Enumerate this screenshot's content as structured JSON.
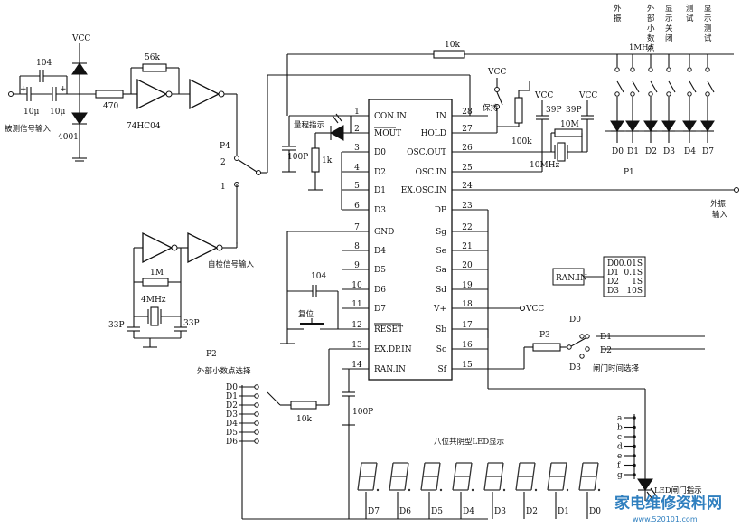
{
  "ic": {
    "left_pins": [
      {
        "num": "1",
        "name": "CON.IN"
      },
      {
        "num": "2",
        "name": "MOUT"
      },
      {
        "num": "3",
        "name": "D0"
      },
      {
        "num": "4",
        "name": "D2"
      },
      {
        "num": "5",
        "name": "D1"
      },
      {
        "num": "6",
        "name": "D3"
      },
      {
        "num": "7",
        "name": "GND"
      },
      {
        "num": "8",
        "name": "D4"
      },
      {
        "num": "9",
        "name": "D5"
      },
      {
        "num": "10",
        "name": "D6"
      },
      {
        "num": "11",
        "name": "D7"
      },
      {
        "num": "12",
        "name": "RESET"
      },
      {
        "num": "13",
        "name": "EX.DP.IN"
      },
      {
        "num": "14",
        "name": "RAN.IN"
      }
    ],
    "right_pins": [
      {
        "num": "28",
        "name": "IN"
      },
      {
        "num": "27",
        "name": "HOLD"
      },
      {
        "num": "26",
        "name": "OSC.OUT"
      },
      {
        "num": "25",
        "name": "OSC.IN"
      },
      {
        "num": "24",
        "name": "EX.OSC.IN"
      },
      {
        "num": "23",
        "name": "DP"
      },
      {
        "num": "22",
        "name": "Sg"
      },
      {
        "num": "21",
        "name": "Se"
      },
      {
        "num": "20",
        "name": "Sa"
      },
      {
        "num": "19",
        "name": "Sd"
      },
      {
        "num": "18",
        "name": "V+"
      },
      {
        "num": "17",
        "name": "Sb"
      },
      {
        "num": "16",
        "name": "Sc"
      },
      {
        "num": "15",
        "name": "Sf"
      }
    ]
  },
  "labels": {
    "vcc": "VCC",
    "c104": "104",
    "c10u_a": "10μ",
    "c10u_b": "10μ",
    "input_measured": "被测信号输入",
    "d4001": "4001",
    "r470": "470",
    "r56k": "56k",
    "chip_74hc04": "74HC04",
    "r10k_top": "10k",
    "p4": "P4",
    "p4_pin2": "2",
    "p4_pin1": "1",
    "overflow": "量程指示",
    "c100p": "100P",
    "r1k": "1k",
    "self_test": "自检信号输入",
    "r1m": "1M",
    "x4mhz": "4MHz",
    "c33p_a": "33P",
    "c33p_b": "33P",
    "p2": "P2",
    "ext_dp_select": "外部小数点选择",
    "p2_items": [
      "D0",
      "D1",
      "D2",
      "D3",
      "D4",
      "D5",
      "D6"
    ],
    "r10k_bottom": "10k",
    "c100p_b": "100P",
    "c104_b": "104",
    "reset_btn": "复位",
    "hold_btn": "保持",
    "r100k": "100k",
    "c39p_a": "39P",
    "c39p_b": "39P",
    "r10m": "10M",
    "x10mhz": "10MHz",
    "ext_osc_in": "外振输入",
    "vcc_pin18": "VCC",
    "p1": "P1",
    "p1_headers": [
      "外振",
      "1MHz",
      "外部小数点",
      "显示关闭",
      "测试",
      "显示测试"
    ],
    "p1_diodes": [
      "D0",
      "D1",
      "D2",
      "D3",
      "D4",
      "D7"
    ],
    "p3": "P3",
    "p3_items": [
      "D0",
      "D1",
      "D2",
      "D3"
    ],
    "gate_time_select": "闸门时间选择",
    "ran_in": "RAN.IN",
    "gate_table": [
      {
        "d": "D0",
        "t": "0.01S"
      },
      {
        "d": "D1",
        "t": "0.1S"
      },
      {
        "d": "D2",
        "t": "1S"
      },
      {
        "d": "D3",
        "t": "10S"
      }
    ],
    "display_title": "八位共阴型LED显示",
    "digits": [
      "D7",
      "D6",
      "D5",
      "D4",
      "D3",
      "D2",
      "D1",
      "D0"
    ],
    "seg_letters": [
      "a",
      "b",
      "c",
      "d",
      "e",
      "f",
      "g"
    ],
    "led_gate_indicator": "LED闸门指示",
    "watermark": "家电维修资料网",
    "watermark_url": "www.520101.com"
  }
}
